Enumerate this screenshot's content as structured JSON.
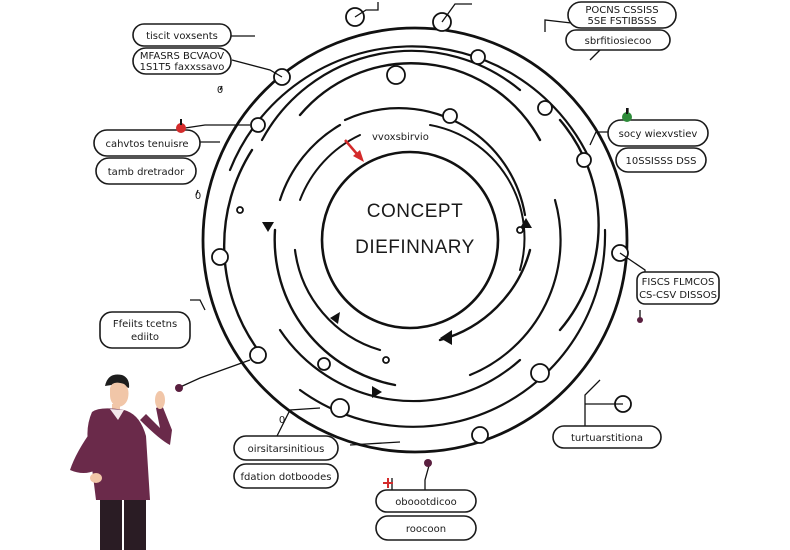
{
  "center": {
    "line1": "CONCEPT",
    "line2": "DIEFINNARY",
    "arrow_label": "vvoxsbirvio"
  },
  "colors": {
    "ink": "#111111",
    "accent_red": "#d42b2b",
    "accent_green": "#2e8b3a",
    "accent_plum": "#5a1f3f",
    "suit": "#6a2a4a"
  },
  "labels": [
    {
      "id": "tl1",
      "text": "tiscit voxsents"
    },
    {
      "id": "tl2",
      "text": "MFASRS BCVAOV"
    },
    {
      "id": "tl3",
      "text": "1S1T5 faxxssavo"
    },
    {
      "id": "tr1",
      "text": "POCNS CSSISS"
    },
    {
      "id": "tr2",
      "text": "5SE FSTIBSSS"
    },
    {
      "id": "tr3",
      "text": "sbrfitiosiecoo"
    },
    {
      "id": "l1",
      "text": "cahvtos tenuisre"
    },
    {
      "id": "l2",
      "text": "tamb dretrador"
    },
    {
      "id": "r1",
      "text": "socy wiexvstiev"
    },
    {
      "id": "r2",
      "text": "10SSISSS DSS"
    },
    {
      "id": "r3",
      "text": "FISCS FLMCOS"
    },
    {
      "id": "r4",
      "text": "CS-CSV DISSOS"
    },
    {
      "id": "ml1",
      "text": "Ffeiits tcetns"
    },
    {
      "id": "ml2",
      "text": "ediito"
    },
    {
      "id": "br1",
      "text": "turtuarstitiona"
    },
    {
      "id": "bl1",
      "text": "oirsitarsinitious"
    },
    {
      "id": "bl2",
      "text": "fdation dotboodes"
    },
    {
      "id": "b1",
      "text": "oboootdicoo"
    },
    {
      "id": "b2",
      "text": "roocoon"
    }
  ],
  "marks": {
    "note_1": "0",
    "note_2": "0",
    "note_3": "0"
  },
  "icons": {
    "person": "thinking-person-icon",
    "red_pin": "red-pin-icon",
    "green_pin": "green-pin-icon"
  }
}
